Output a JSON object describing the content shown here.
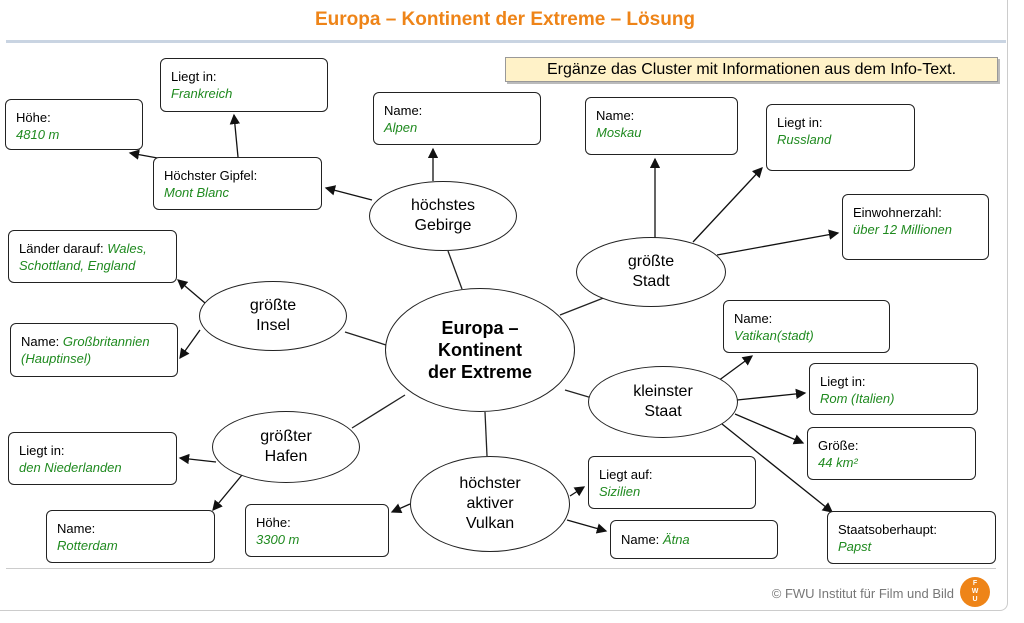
{
  "title": "Europa – Kontinent der Extreme – Lösung",
  "instruction": "Ergänze das Cluster mit Informationen aus dem Info-Text.",
  "center": "Europa –\nKontinent\nder Extreme",
  "topics": {
    "gebirge": "höchstes\nGebirge",
    "stadt": "größte\nStadt",
    "insel": "größte\nInsel",
    "staat": "kleinster\nStaat",
    "hafen": "größter\nHafen",
    "vulkan": "höchster\naktiver\nVulkan"
  },
  "boxes": {
    "hoehe_mb": {
      "label": "Höhe:",
      "value": "4810 m"
    },
    "liegt_fr": {
      "label": "Liegt in:",
      "value": "Frankreich"
    },
    "gipfel": {
      "label": "Höchster Gipfel:",
      "value": "Mont Blanc"
    },
    "alpen": {
      "label": "Name:",
      "value": "Alpen"
    },
    "moskau": {
      "label": "Name:",
      "value": "Moskau"
    },
    "russland": {
      "label": "Liegt in:",
      "value": "Russland"
    },
    "einwohner": {
      "label": "Einwohnerzahl:",
      "value": "über 12 Millionen"
    },
    "laender": {
      "label": "Länder darauf: ",
      "value": "Wales, Schottland, England"
    },
    "gb": {
      "label": "Name: ",
      "value": "Großbritannien (Hauptinsel)"
    },
    "vatikan": {
      "label": "Name:",
      "value": "Vatikan(stadt)"
    },
    "rom": {
      "label": "Liegt in:",
      "value": "Rom (Italien)"
    },
    "groesse": {
      "label": "Größe:",
      "value": "44 km²"
    },
    "niederlande": {
      "label": "Liegt in:",
      "value": "den Niederlanden"
    },
    "sizilien": {
      "label": "Liegt auf:",
      "value": "Sizilien"
    },
    "rotterdam": {
      "label": "Name:",
      "value": "Rotterdam"
    },
    "hoehe_ae": {
      "label": "Höhe:",
      "value": "3300 m"
    },
    "aetna": {
      "label": "Name: ",
      "value": "Ätna"
    },
    "papst": {
      "label": "Staatsoberhaupt:",
      "value": "Papst"
    }
  },
  "footer": {
    "copyright": "© FWU Institut für Film und Bild",
    "logo": "FWU"
  },
  "colors": {
    "title": "#ee8418",
    "value": "#1f8a1f"
  }
}
